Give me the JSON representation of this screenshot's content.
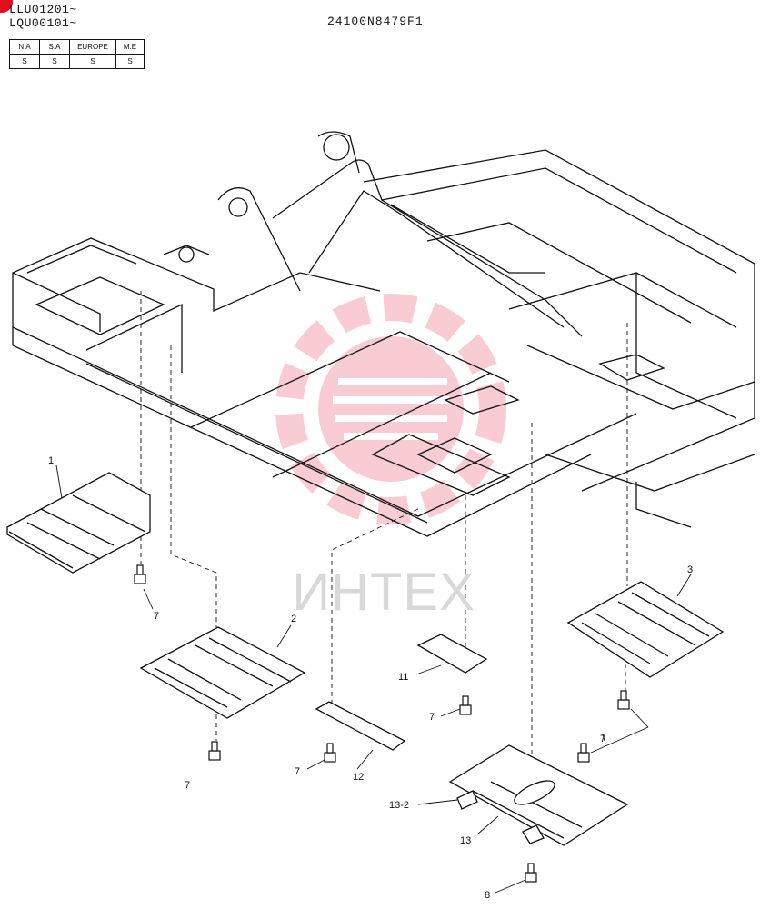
{
  "header": {
    "serial_1": "LLU01201~",
    "serial_2": "LQU00101~",
    "document_number": "24100N8479F1"
  },
  "region_table": {
    "headers": [
      "N.A",
      "S.A",
      "EUROPE",
      "M.E"
    ],
    "values": [
      "S",
      "S",
      "S",
      "S"
    ]
  },
  "callouts": {
    "p1": "1",
    "p2": "2",
    "p3": "3",
    "p7a": "7",
    "p7b": "7",
    "p7c": "7",
    "p7d": "7",
    "p7e": "7",
    "p8": "8",
    "p11": "11",
    "p12": "12",
    "p13": "13",
    "p13_2": "13-2"
  },
  "watermark": {
    "text": "ИНТЕХ",
    "color": "#e84a5f"
  }
}
